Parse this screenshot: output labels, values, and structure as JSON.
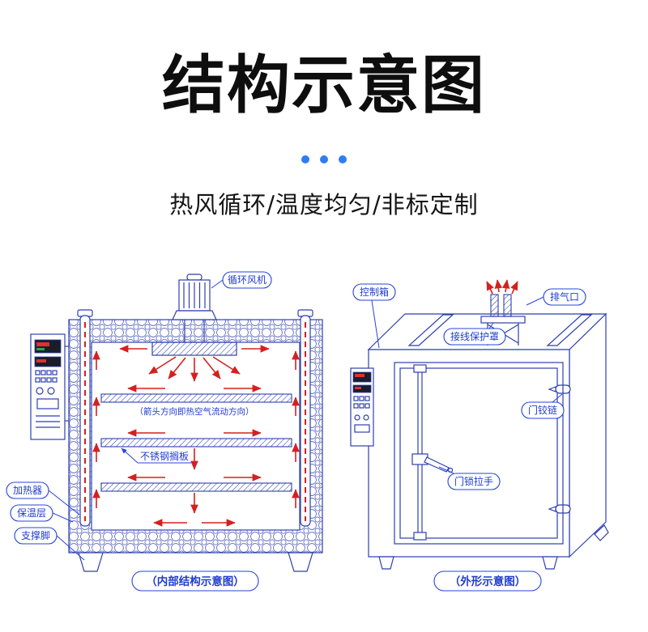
{
  "header": {
    "title": "结构示意图",
    "subtitle": "热风循环/温度均匀/非标定制"
  },
  "colors": {
    "title_black": "#0e0e0e",
    "accent_blue": "#2e7df6",
    "diagram_line_blue": "#2e3fae",
    "label_blue": "#1f3cd0",
    "airflow_red": "#d42020"
  },
  "internal_diagram": {
    "caption": "（内部结构示意图）",
    "labels": {
      "fan": "循环风机",
      "airflow_note": "（箭头方向即热空气流动方向）",
      "shelf": "不锈钢搁板",
      "heater": "加热器",
      "insulation": "保温层",
      "support_foot": "支撑脚"
    }
  },
  "external_diagram": {
    "caption": "（外形示意图）",
    "labels": {
      "control_box": "控制箱",
      "exhaust_port": "排气口",
      "wiring_cover": "接线保护罩",
      "door_hinge": "门铰链",
      "door_handle": "门锁拉手"
    }
  }
}
